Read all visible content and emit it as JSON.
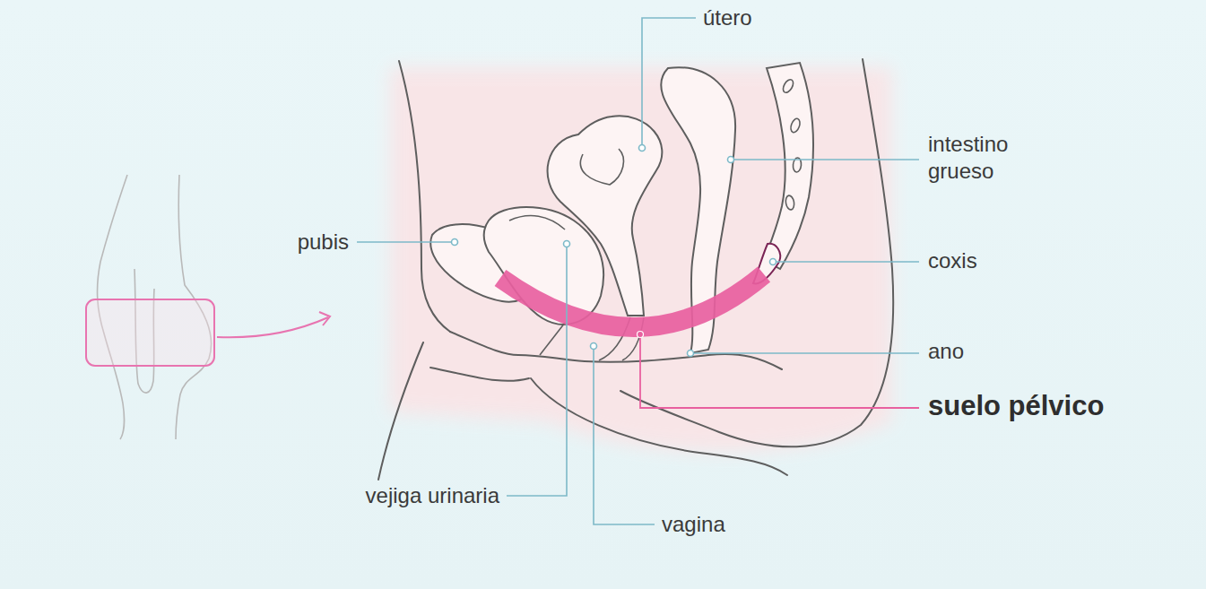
{
  "diagram": {
    "labels": [
      "útero",
      "intestino grueso",
      "pubis",
      "coxis",
      "ano",
      "suelo pélvico",
      "vejiga urinaria",
      "vagina"
    ]
  }
}
